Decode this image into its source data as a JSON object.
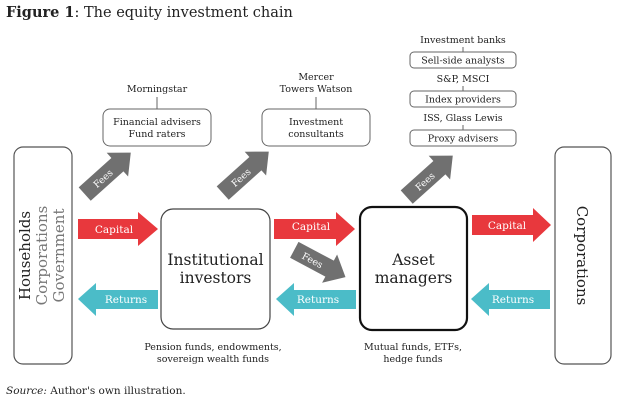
{
  "figure": {
    "title_bold": "Figure 1",
    "title_rest": ": The equity investment chain",
    "source_label": "Source:",
    "source_text": " Author's own illustration."
  },
  "households_box": {
    "line1": "Households",
    "line2": "Corporations",
    "line3": "Government"
  },
  "institutional_investors": {
    "line1": "Institutional",
    "line2": "investors",
    "note1": "Pension funds, endowments,",
    "note2": "sovereign wealth funds"
  },
  "asset_managers": {
    "line1": "Asset",
    "line2": "managers",
    "note1": "Mutual funds, ETFs,",
    "note2": "hedge funds"
  },
  "corporations_box": {
    "label": "Corporations"
  },
  "flows": {
    "capital": "Capital",
    "returns": "Returns",
    "fees": "Fees"
  },
  "fund_raters": {
    "above": "Morningstar",
    "line1": "Financial advisers",
    "line2": "Fund raters"
  },
  "investment_consultants": {
    "above1": "Mercer",
    "above2": "Towers Watson",
    "line1": "Investment",
    "line2": "consultants"
  },
  "service_providers": {
    "investment_banks": "Investment banks",
    "sell_side": "Sell-side analysts",
    "sp_msci": "S&P, MSCI",
    "index_providers": "Index providers",
    "iss_glass_lewis": "ISS, Glass Lewis",
    "proxy_advisers": "Proxy advisers"
  },
  "colors": {
    "capital_arrow": "#e8383d",
    "returns_arrow": "#4bbcc8",
    "fees_arrow": "#707070",
    "box_border": "#555555"
  }
}
